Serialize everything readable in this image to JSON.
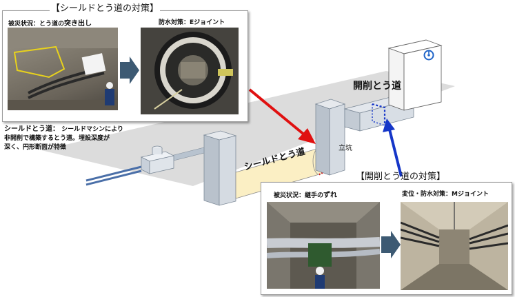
{
  "shield_countermeasures": {
    "heading": "【シールドとう道の対策】",
    "damage_caption_prefix": "被災状況：とう道の",
    "damage_caption_emphasis": "突き出し",
    "waterproof_caption": "防水対策：Eジョイント"
  },
  "shield_description": {
    "term": "シールドとう道：",
    "text_line1": "シールドマシンにより",
    "text_line2": "非開削で構築するとう道。埋設深度が",
    "text_line3": "深く、円形断面が特徴"
  },
  "diagram": {
    "cut_cover_label": "開削とう道",
    "shaft_label": "立坑",
    "shield_tunnel_label": "シールドとう道"
  },
  "cut_cover_countermeasures": {
    "heading": "【開削とう道の対策】",
    "damage_caption_prefix": "被災状況：継手の",
    "damage_caption_emphasis": "ずれ",
    "waterproof_caption": "変位・防水対策：Mジョイント"
  },
  "colors": {
    "red_arrow": "#e01010",
    "blue_arrow": "#1536c8",
    "shield_tube": "#fbefc4",
    "ground_plane": "#d9d9d9",
    "panel_arrow": "#3d5a73"
  }
}
